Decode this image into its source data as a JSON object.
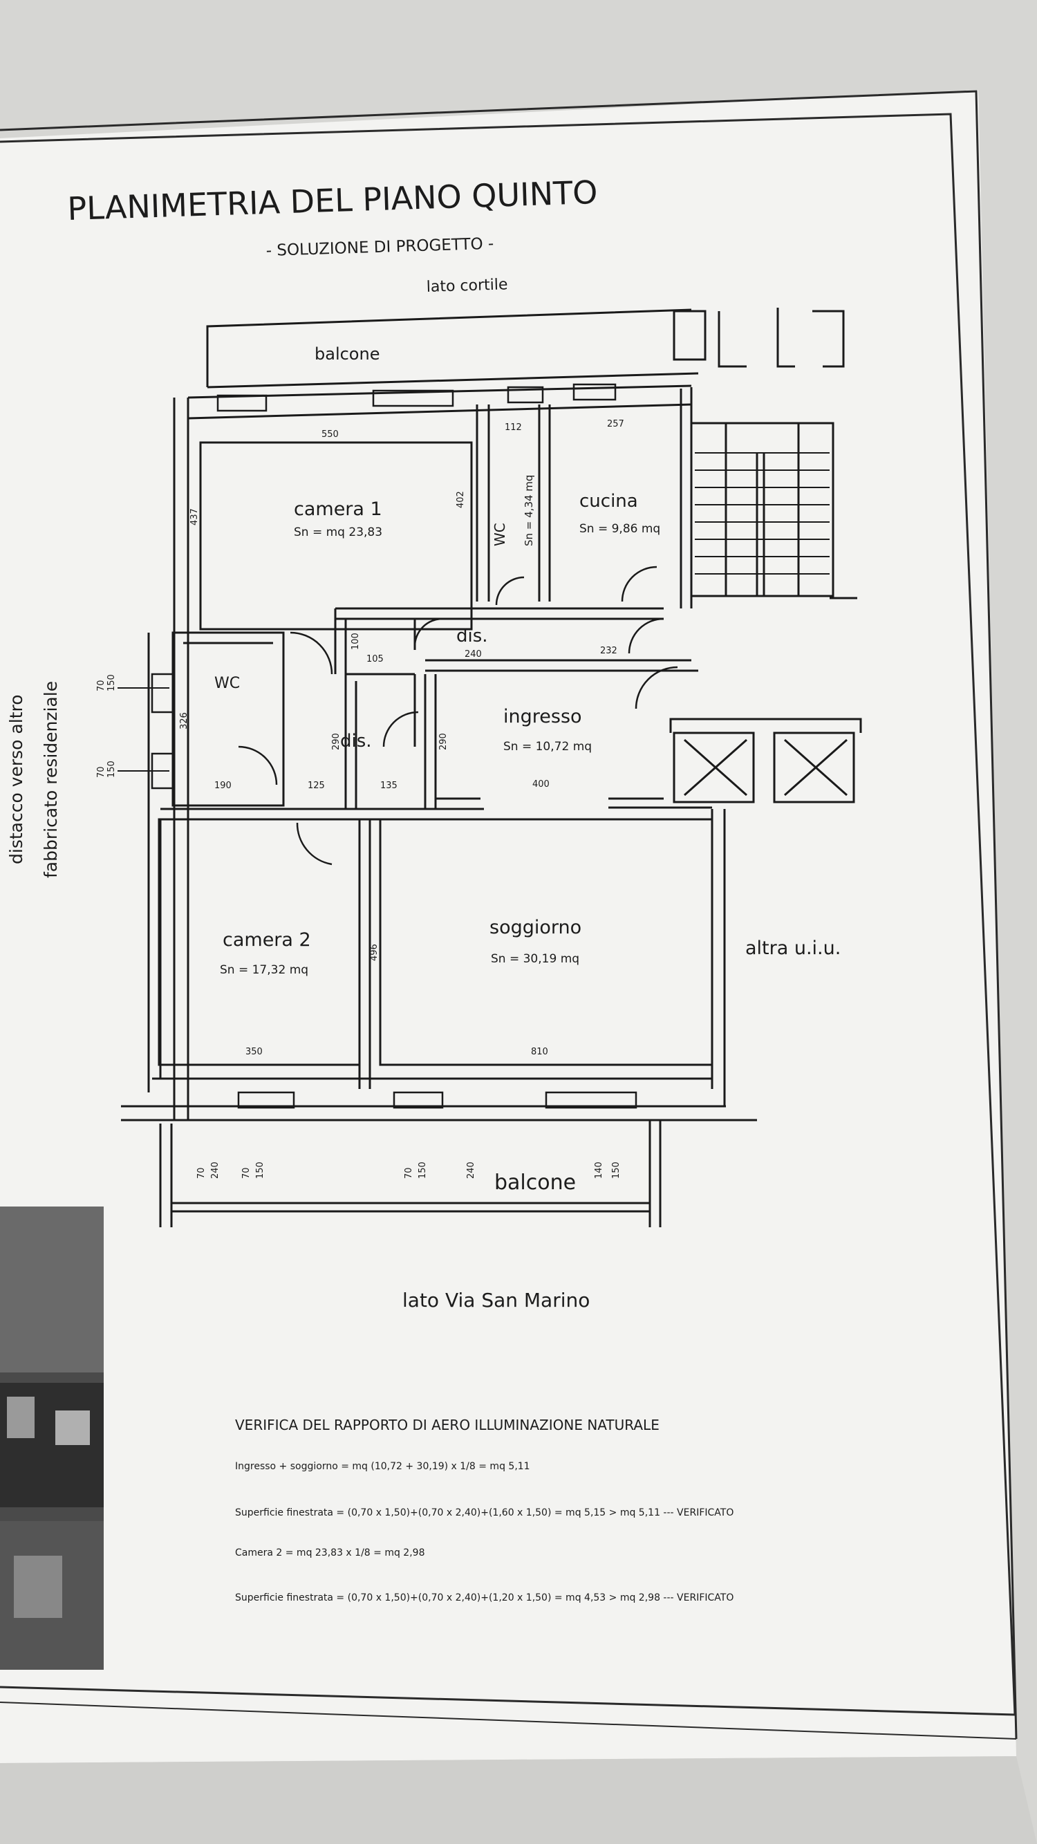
{
  "title": "PLANIMETRIA DEL PIANO QUINTO",
  "subtitle": "- SOLUZIONE DI PROGETTO -",
  "orientation": {
    "top": "lato cortile",
    "bottom": "lato Via San Marino",
    "left_line1": "distacco verso altro",
    "left_line2": "fabbricato residenziale",
    "right": "altra u.i.u."
  },
  "rooms": {
    "camera1": {
      "name": "camera 1",
      "area": "Sn = mq 23,83"
    },
    "wc1": {
      "name": "WC",
      "area": "Sn = 4,34 mq"
    },
    "cucina": {
      "name": "cucina",
      "area": "Sn = 9,86 mq"
    },
    "dis_top": {
      "name": "dis."
    },
    "wc2": {
      "name": "WC"
    },
    "dis_mid": {
      "name": "dis."
    },
    "ingresso": {
      "name": "ingresso",
      "area": "Sn = 10,72 mq"
    },
    "camera2": {
      "name": "camera 2",
      "area": "Sn = 17,32 mq"
    },
    "soggiorno": {
      "name": "soggiorno",
      "area": "Sn = 30,19 mq"
    },
    "balcone_top": {
      "name": "balcone"
    },
    "balcone_bottom": {
      "name": "balcone"
    }
  },
  "dimensions": {
    "d_550": "550",
    "d_112": "112",
    "d_257": "257",
    "d_437": "437",
    "d_402": "402",
    "d_105": "105",
    "d_240": "240",
    "d_232": "232",
    "d_100": "100",
    "d_326": "326",
    "d_290a": "290",
    "d_290b": "290",
    "d_190": "190",
    "d_125": "125",
    "d_135": "135",
    "d_400": "400",
    "d_496": "496",
    "d_350": "350",
    "d_810": "810"
  },
  "window_dims": {
    "bottom": [
      "70",
      "240",
      "70",
      "150",
      "70",
      "150",
      "240",
      "140",
      "150"
    ],
    "left": [
      "70",
      "150",
      "70",
      "150"
    ]
  },
  "verification": {
    "heading": "VERIFICA DEL RAPPORTO DI AERO ILLUMINAZIONE NATURALE",
    "line1": "Ingresso + soggiorno = mq (10,72 + 30,19) x 1/8 = mq 5,11",
    "line2": "Superficie finestrata = (0,70 x 1,50)+(0,70 x 2,40)+(1,60 x 1,50) = mq 5,15 > mq 5,11 --- VERIFICATO",
    "line3": "Camera 2 = mq 23,83 x 1/8 = mq 2,98",
    "line4": "Superficie finestrata = (0,70 x 1,50)+(0,70 x 2,40)+(1,20 x 1,50) = mq 4,53 > mq 2,98 --- VERIFICATO"
  }
}
